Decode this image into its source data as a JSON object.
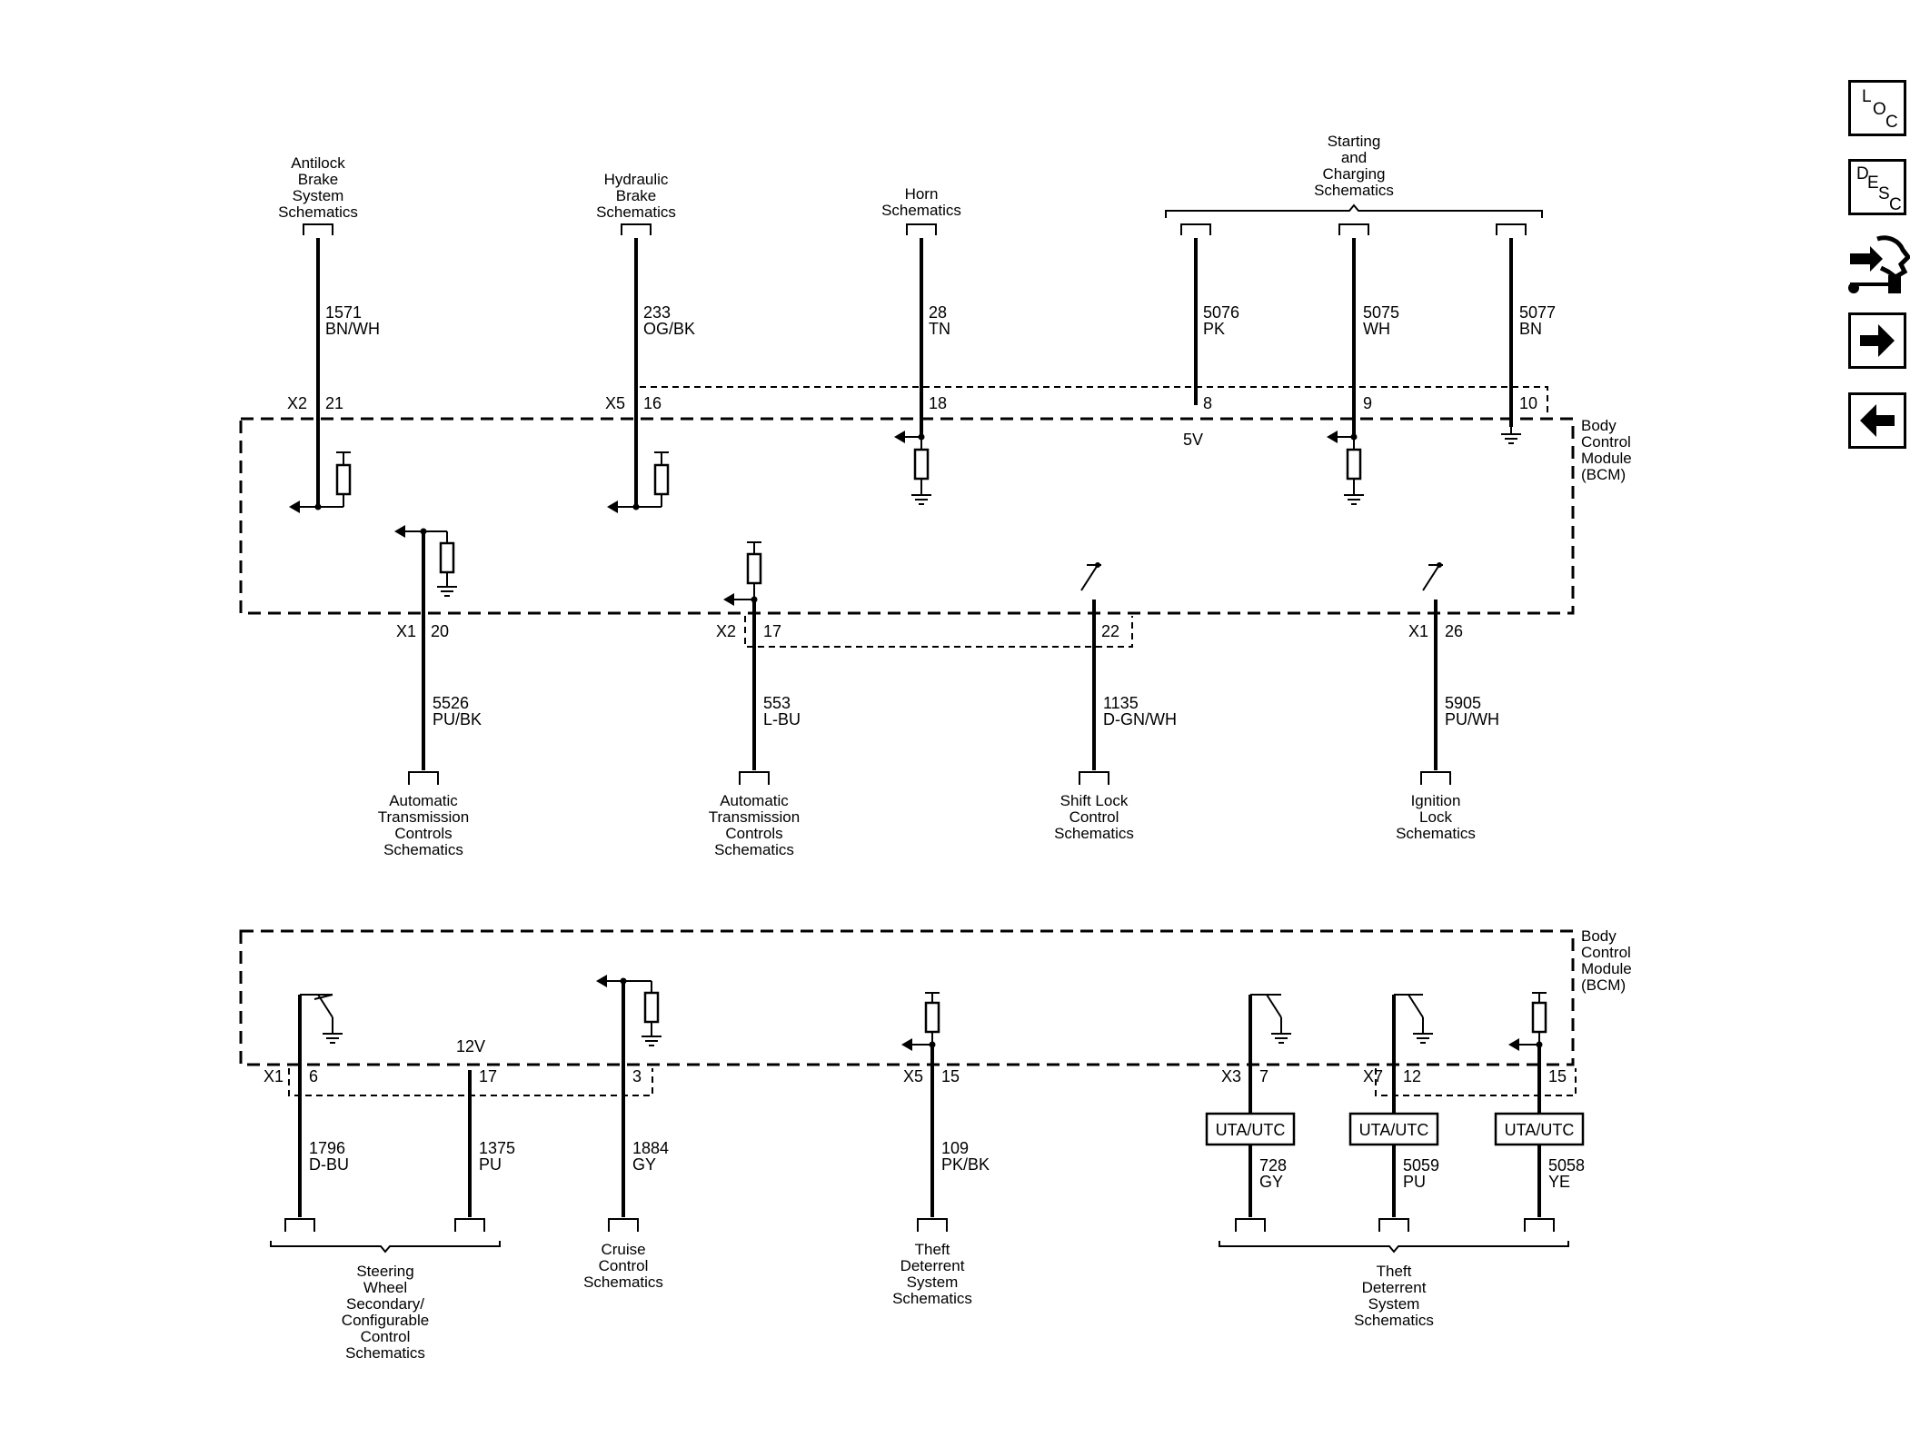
{
  "nav": {
    "loc": {
      "l1": "L",
      "l2": "O",
      "l3": "C"
    },
    "desc": {
      "l1": "D",
      "l2": "E",
      "l3": "S",
      "l4": "C"
    },
    "icons": [
      "tools-icon",
      "next-arrow-icon",
      "prev-arrow-icon"
    ]
  },
  "module": {
    "name_lines": [
      "Body",
      "Control",
      "Module",
      "(BCM)"
    ]
  },
  "top": {
    "sources": [
      {
        "lines": [
          "Antilock",
          "Brake",
          "System",
          "Schematics"
        ]
      },
      {
        "lines": [
          "Hydraulic",
          "Brake",
          "Schematics"
        ]
      },
      {
        "lines": [
          "Horn",
          "Schematics"
        ]
      },
      {
        "lines": [
          "Starting",
          "and",
          "Charging",
          "Schematics"
        ]
      }
    ],
    "circuits": [
      {
        "id": "1571",
        "color": "BN/WH",
        "connector": "X2",
        "pin": "21"
      },
      {
        "id": "233",
        "color": "OG/BK",
        "connector": "X5",
        "pin": "16"
      },
      {
        "id": "28",
        "color": "TN",
        "connector": "",
        "pin": "18"
      },
      {
        "id": "5076",
        "color": "PK",
        "connector": "",
        "pin": "8"
      },
      {
        "id": "5075",
        "color": "WH",
        "connector": "",
        "pin": "9"
      },
      {
        "id": "5077",
        "color": "BN",
        "connector": "",
        "pin": "10"
      }
    ],
    "voltage_label": "5V"
  },
  "middle": {
    "circuits": [
      {
        "id": "5526",
        "color": "PU/BK",
        "connector": "X1",
        "pin": "20"
      },
      {
        "id": "553",
        "color": "L-BU",
        "connector": "X2",
        "pin": "17"
      },
      {
        "id": "1135",
        "color": "D-GN/WH",
        "connector": "",
        "pin": "22"
      },
      {
        "id": "5905",
        "color": "PU/WH",
        "connector": "X1",
        "pin": "26"
      }
    ],
    "destinations": [
      {
        "lines": [
          "Automatic",
          "Transmission",
          "Controls",
          "Schematics"
        ]
      },
      {
        "lines": [
          "Automatic",
          "Transmission",
          "Controls",
          "Schematics"
        ]
      },
      {
        "lines": [
          "Shift Lock",
          "Control",
          "Schematics"
        ]
      },
      {
        "lines": [
          "Ignition",
          "Lock",
          "Schematics"
        ]
      }
    ]
  },
  "bottom": {
    "circuits": [
      {
        "id": "1796",
        "color": "D-BU",
        "connector": "X1",
        "pin": "6"
      },
      {
        "id": "1375",
        "color": "PU",
        "connector": "",
        "pin": "17"
      },
      {
        "id": "1884",
        "color": "GY",
        "connector": "",
        "pin": "3"
      },
      {
        "id": "109",
        "color": "PK/BK",
        "connector": "X5",
        "pin": "15"
      },
      {
        "id": "728",
        "color": "GY",
        "connector": "X3",
        "pin": "7"
      },
      {
        "id": "5059",
        "color": "PU",
        "connector": "X7",
        "pin": "12"
      },
      {
        "id": "5058",
        "color": "YE",
        "connector": "",
        "pin": "15"
      }
    ],
    "voltage_label": "12V",
    "uta_label": "UTA/UTC",
    "destinations": [
      {
        "lines": [
          "Steering",
          "Wheel",
          "Secondary/",
          "Configurable",
          "Control",
          "Schematics"
        ]
      },
      {
        "lines": [
          "Cruise",
          "Control",
          "Schematics"
        ]
      },
      {
        "lines": [
          "Theft",
          "Deterrent",
          "System",
          "Schematics"
        ]
      },
      {
        "lines": [
          "Theft",
          "Deterrent",
          "System",
          "Schematics"
        ]
      }
    ]
  }
}
